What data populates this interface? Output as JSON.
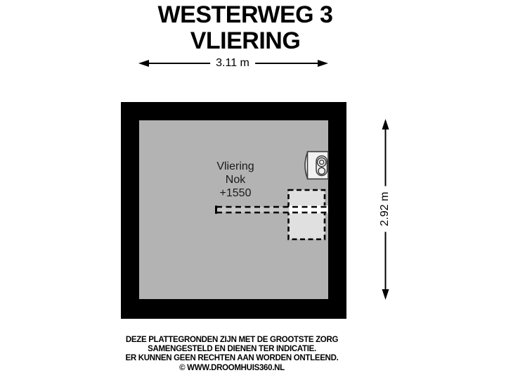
{
  "header": {
    "title_line1": "WESTERWEG 3",
    "title_line2": "VLIERING"
  },
  "dimensions": {
    "width_label": "3.11 m",
    "height_label": "2.92 m"
  },
  "room": {
    "label_line1": "Vliering",
    "label_line2": "Nok",
    "label_line3": "+1550"
  },
  "footer": {
    "line1": "DEZE PLATTEGRONDEN ZIJN MET DE GROOTSTE ZORG",
    "line2": "SAMENGESTELD EN DIENEN TER INDICATIE.",
    "line3": "ER KUNNEN GEEN RECHTEN AAN WORDEN ONTLEEND.",
    "line4": "© WWW.DROOMHUIS360.NL"
  },
  "icons": {
    "boiler": "boiler-icon",
    "dimension_arrows": "double-arrow-icon"
  },
  "colors": {
    "background": "#ffffff",
    "wall": "#000000",
    "floor": "#b3b3b3",
    "hatch_fill": "#e0e0e0",
    "beam_fill": "#c9c9c9",
    "beam_inner": "#ffffff",
    "boiler_fill": "#f2f2f2",
    "text": "#000000"
  }
}
